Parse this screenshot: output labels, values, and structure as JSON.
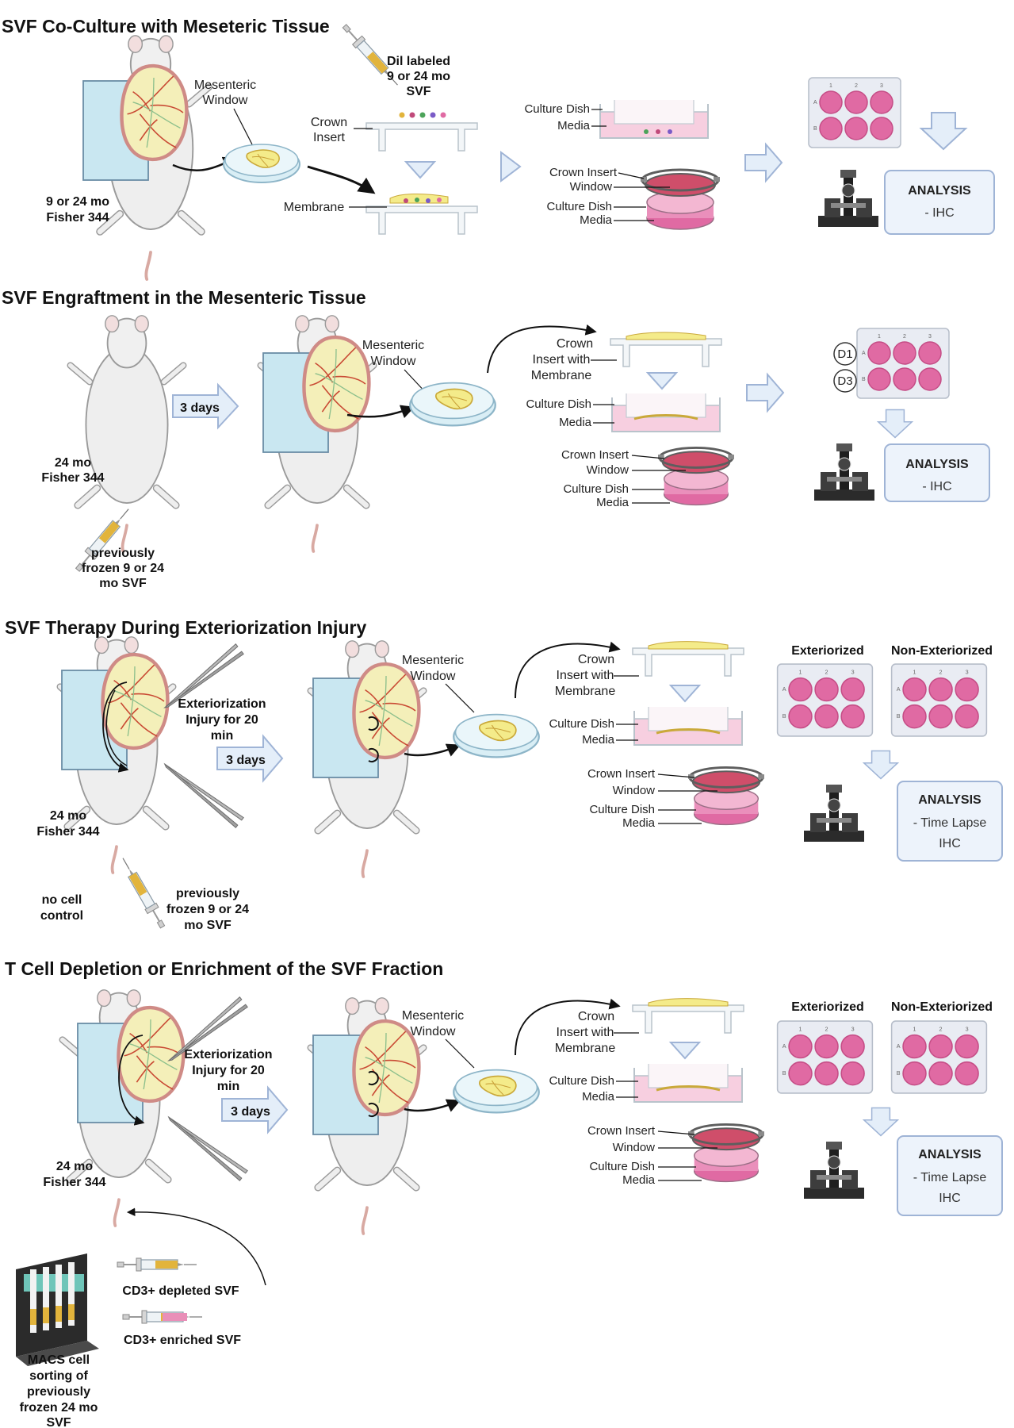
{
  "colors": {
    "well": "#e06aa3",
    "plate": "#e9ecf3",
    "media": "#f7cfe0",
    "drape": "#c9e7f1",
    "tissue": "#f4efb9",
    "vessel": "#c94a34",
    "arrow_fill": "#e4eef9",
    "arrow_stroke": "#9fb4d6",
    "tail": "#d8a9a2"
  },
  "icons": [
    "rat-icon",
    "syringe-icon",
    "petri-dish-icon",
    "crown-insert-icon",
    "culture-dish-icon",
    "well-plate-icon",
    "microscope-icon",
    "forceps-icon",
    "tube-rack-icon"
  ],
  "panels": [
    {
      "title": "SVF Co-Culture with Meseteric Tissue",
      "rat_label": [
        "9 or 24 mo",
        "Fisher 344"
      ],
      "window_label": [
        "Mesenteric",
        "Window"
      ],
      "dil_label": [
        "Dil labeled",
        "9 or 24 mo",
        "SVF"
      ],
      "crown_insert_label": [
        "Crown",
        "Insert"
      ],
      "membrane_label": "Membrane",
      "dish_labels": [
        "Culture Dish",
        "Media"
      ],
      "assembly_labels": [
        "Crown Insert",
        "Window",
        "Culture Dish",
        "Media"
      ],
      "analysis": [
        "ANALYSIS",
        "- IHC"
      ]
    },
    {
      "title": "SVF Engraftment in the Mesenteric Tissue",
      "rat_label": [
        "24 mo",
        "Fisher 344"
      ],
      "syringe_label": [
        "previously",
        "frozen 9 or 24",
        "mo SVF"
      ],
      "days_label": "3 days",
      "window_label": [
        "Mesenteric",
        "Window"
      ],
      "insert_label": [
        "Crown",
        "Insert with",
        "Membrane"
      ],
      "dish_labels": [
        "Culture Dish",
        "Media"
      ],
      "assembly_labels": [
        "Crown Insert",
        "Window",
        "Culture Dish",
        "Media"
      ],
      "row_labels": [
        "D1",
        "D3"
      ],
      "analysis": [
        "ANALYSIS",
        "- IHC"
      ]
    },
    {
      "title": "SVF Therapy During Exteriorization Injury",
      "rat_label": [
        "24 mo",
        "Fisher 344"
      ],
      "injury_label": [
        "Exteriorization",
        "Injury for 20",
        "min"
      ],
      "days_label": "3 days",
      "control_label": [
        "no cell",
        "control"
      ],
      "syringe_label": [
        "previously",
        "frozen 9 or 24",
        "mo SVF"
      ],
      "window_label": [
        "Mesenteric",
        "Window"
      ],
      "insert_label": [
        "Crown",
        "Insert with",
        "Membrane"
      ],
      "dish_labels": [
        "Culture Dish",
        "Media"
      ],
      "assembly_labels": [
        "Crown Insert",
        "Window",
        "Culture Dish",
        "Media"
      ],
      "plate_labels": [
        "Exteriorized",
        "Non-Exteriorized"
      ],
      "analysis": [
        "ANALYSIS",
        "- Time Lapse",
        "IHC"
      ]
    },
    {
      "title": "T Cell Depletion or Enrichment of the SVF Fraction",
      "rat_label": [
        "24 mo",
        "Fisher 344"
      ],
      "injury_label": [
        "Exteriorization",
        "Injury for 20",
        "min"
      ],
      "days_label": "3 days",
      "window_label": [
        "Mesenteric",
        "Window"
      ],
      "insert_label": [
        "Crown",
        "Insert with",
        "Membrane"
      ],
      "dish_labels": [
        "Culture Dish",
        "Media"
      ],
      "assembly_labels": [
        "Crown Insert",
        "Window",
        "Culture Dish",
        "Media"
      ],
      "plate_labels": [
        "Exteriorized",
        "Non-Exteriorized"
      ],
      "analysis": [
        "ANALYSIS",
        "- Time Lapse",
        "IHC"
      ],
      "depleted_label": "CD3+ depleted SVF",
      "enriched_label": "CD3+ enriched SVF",
      "macs_label": [
        "MACS cell",
        "sorting of",
        "previously",
        "frozen 24 mo",
        "SVF"
      ]
    }
  ]
}
